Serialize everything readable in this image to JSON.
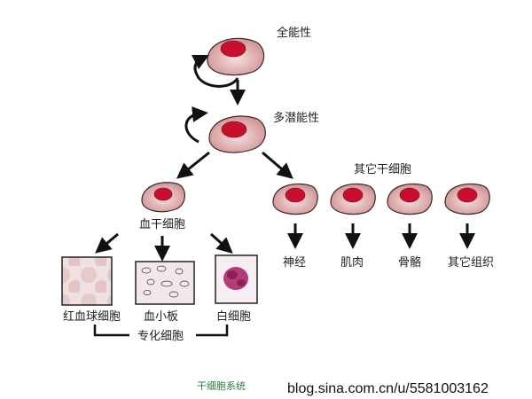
{
  "labels": {
    "totipotent": "全能性",
    "pluripotent": "多潜能性",
    "other_stem_cells": "其它干细胞",
    "hematopoietic_stem_cell": "血干细胞",
    "nerve": "神经",
    "muscle": "肌肉",
    "bone": "骨骼",
    "other_tissue": "其它组织",
    "red_blood_cell": "红血球细胞",
    "platelet": "血小板",
    "white_blood_cell": "白细胞",
    "specialized_cells": "专化细胞"
  },
  "caption": "干细胞系统",
  "watermark": "blog.sina.com.cn/u/5581003162",
  "colors": {
    "nucleus": "#c8102e",
    "cell": "#d9a3a3",
    "caption": "#2e7a3a"
  }
}
